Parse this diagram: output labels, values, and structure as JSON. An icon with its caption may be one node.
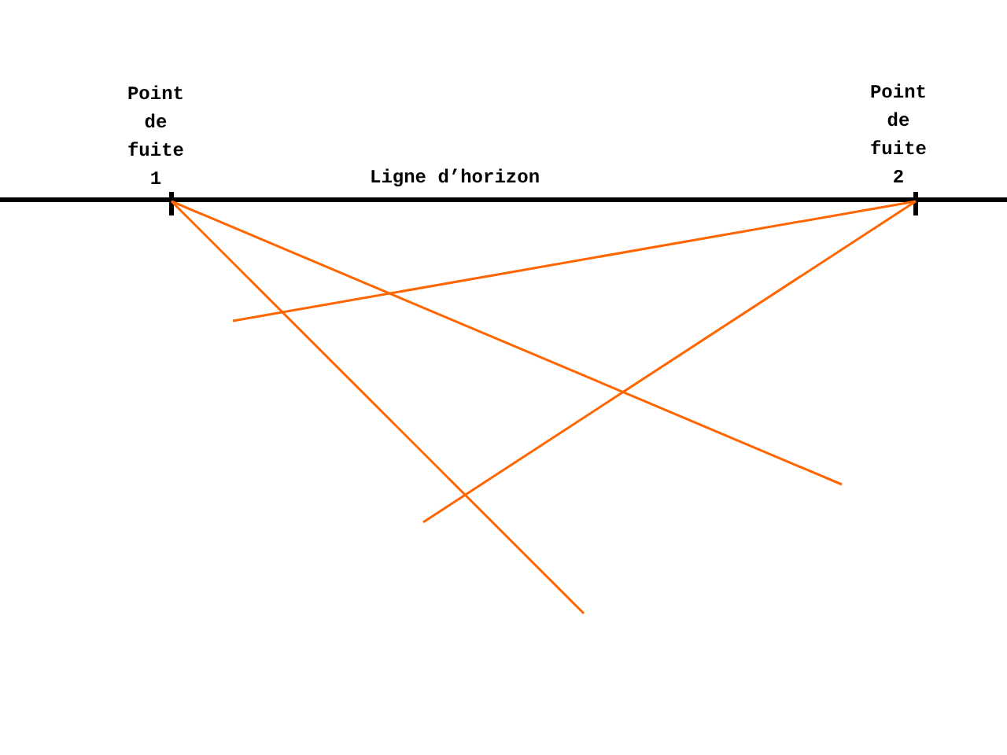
{
  "diagram": {
    "nodes": [
      {
        "text": [
          "Point de fuite 1"
        ]
      },
      {
        "text": [
          "Point de fuite 2"
        ]
      }
    ],
    "edges": [
      {
        "from": 0,
        "to": null,
        "arrow": "none",
        "color": "#ff6600"
      },
      {
        "from": 0,
        "to": null,
        "arrow": "none",
        "color": "#ff6600"
      },
      {
        "from": 1,
        "to": null,
        "arrow": "none",
        "color": "#ff6600"
      },
      {
        "from": 1,
        "to": null,
        "arrow": "none",
        "color": "#ff6600"
      }
    ],
    "labels": [
      "Ligne d’horizon"
    ]
  }
}
